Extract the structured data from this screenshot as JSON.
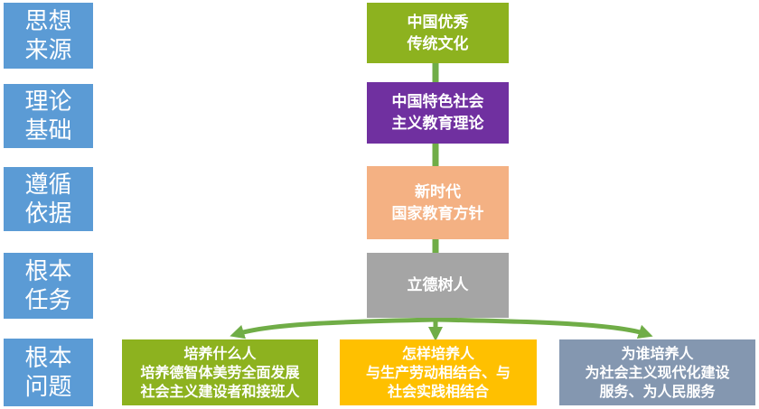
{
  "rows": [
    {
      "label": "思想\n来源",
      "box": "中国优秀\n传统文化",
      "box_color": "#8db21f"
    },
    {
      "label": "理论\n基础",
      "box": "中国特色社会\n主义教育理论",
      "box_color": "#7030a0"
    },
    {
      "label": "遵循\n依据",
      "box": "新时代\n国家教育方针",
      "box_color": "#f4b183"
    },
    {
      "label": "根本\n任务",
      "box": "立德树人",
      "box_color": "#a5a5a5"
    },
    {
      "label": "根本\n问题"
    }
  ],
  "problems": [
    {
      "text": "培养什么人\n培养德智体美劳全面发展\n社会主义建设者和接班人",
      "color": "#8db21f"
    },
    {
      "text": "怎样培养人\n与生产劳动相结合、与\n社会实践相结合",
      "color": "#ffc000"
    },
    {
      "text": "为谁培养人\n为社会主义现代化建设\n服务、为人民服务",
      "color": "#8497b0"
    }
  ],
  "colors": {
    "label_bg": "#5b9bd5",
    "connector": "#70ad47"
  }
}
